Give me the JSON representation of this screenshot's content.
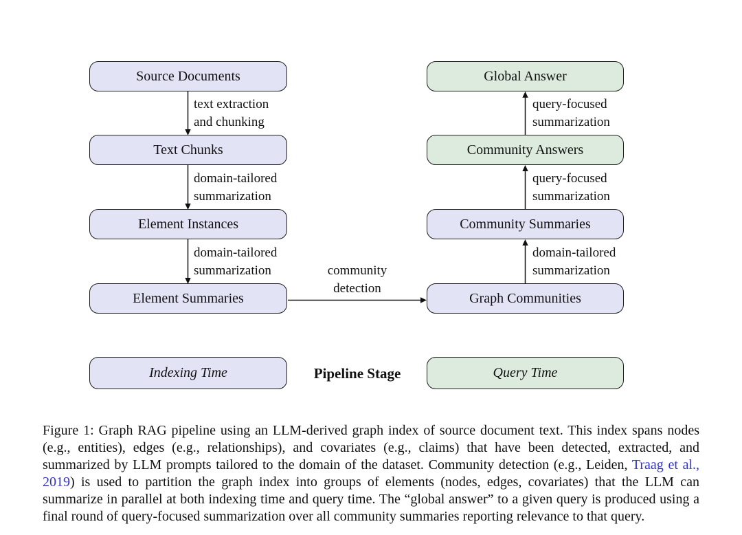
{
  "pipeline": {
    "indexing_nodes": [
      {
        "label": "Source Documents",
        "phase": "indexing"
      },
      {
        "label": "Text Chunks",
        "phase": "indexing"
      },
      {
        "label": "Element Instances",
        "phase": "indexing"
      },
      {
        "label": "Element Summaries",
        "phase": "indexing"
      }
    ],
    "query_nodes": [
      {
        "label": "Global Answer",
        "phase": "query"
      },
      {
        "label": "Community Answers",
        "phase": "query"
      },
      {
        "label": "Community Summaries",
        "phase": "indexing"
      },
      {
        "label": "Graph Communities",
        "phase": "indexing"
      }
    ],
    "edge_labels": {
      "text_extraction": "text extraction\nand chunking",
      "domain_tailored_1": "domain-tailored\nsummarization",
      "domain_tailored_2": "domain-tailored\nsummarization",
      "community_detection": "community\ndetection",
      "domain_tailored_3": "domain-tailored\nsummarization",
      "query_focused_1": "query-focused\nsummarization",
      "query_focused_2": "query-focused\nsummarization"
    },
    "legend": {
      "indexing": "Indexing Time",
      "stage": "Pipeline Stage",
      "query": "Query Time"
    }
  },
  "caption": {
    "prefix": "Figure 1: Graph RAG pipeline using an LLM-derived graph index of source document text. This index spans nodes (e.g., entities), edges (e.g., relationships), and covariates (e.g., claims) that have been detected, extracted, and summarized by LLM prompts tailored to the domain of the dataset. Community detection (e.g., Leiden, ",
    "citation": "Traag et al., 2019",
    "suffix": ") is used to partition the graph index into groups of elements (nodes, edges, covariates) that the LLM can summarize in parallel at both indexing time and query time. The “global answer” to a given query is produced using a final round of query-focused summarization over all community summaries reporting relevance to that query."
  },
  "colors": {
    "indexing_fill": "#e3e3f6",
    "query_fill": "#dcebdd",
    "node_border": "#1c1c1c",
    "citation_blue": "#3333cc",
    "background": "#ffffff"
  }
}
